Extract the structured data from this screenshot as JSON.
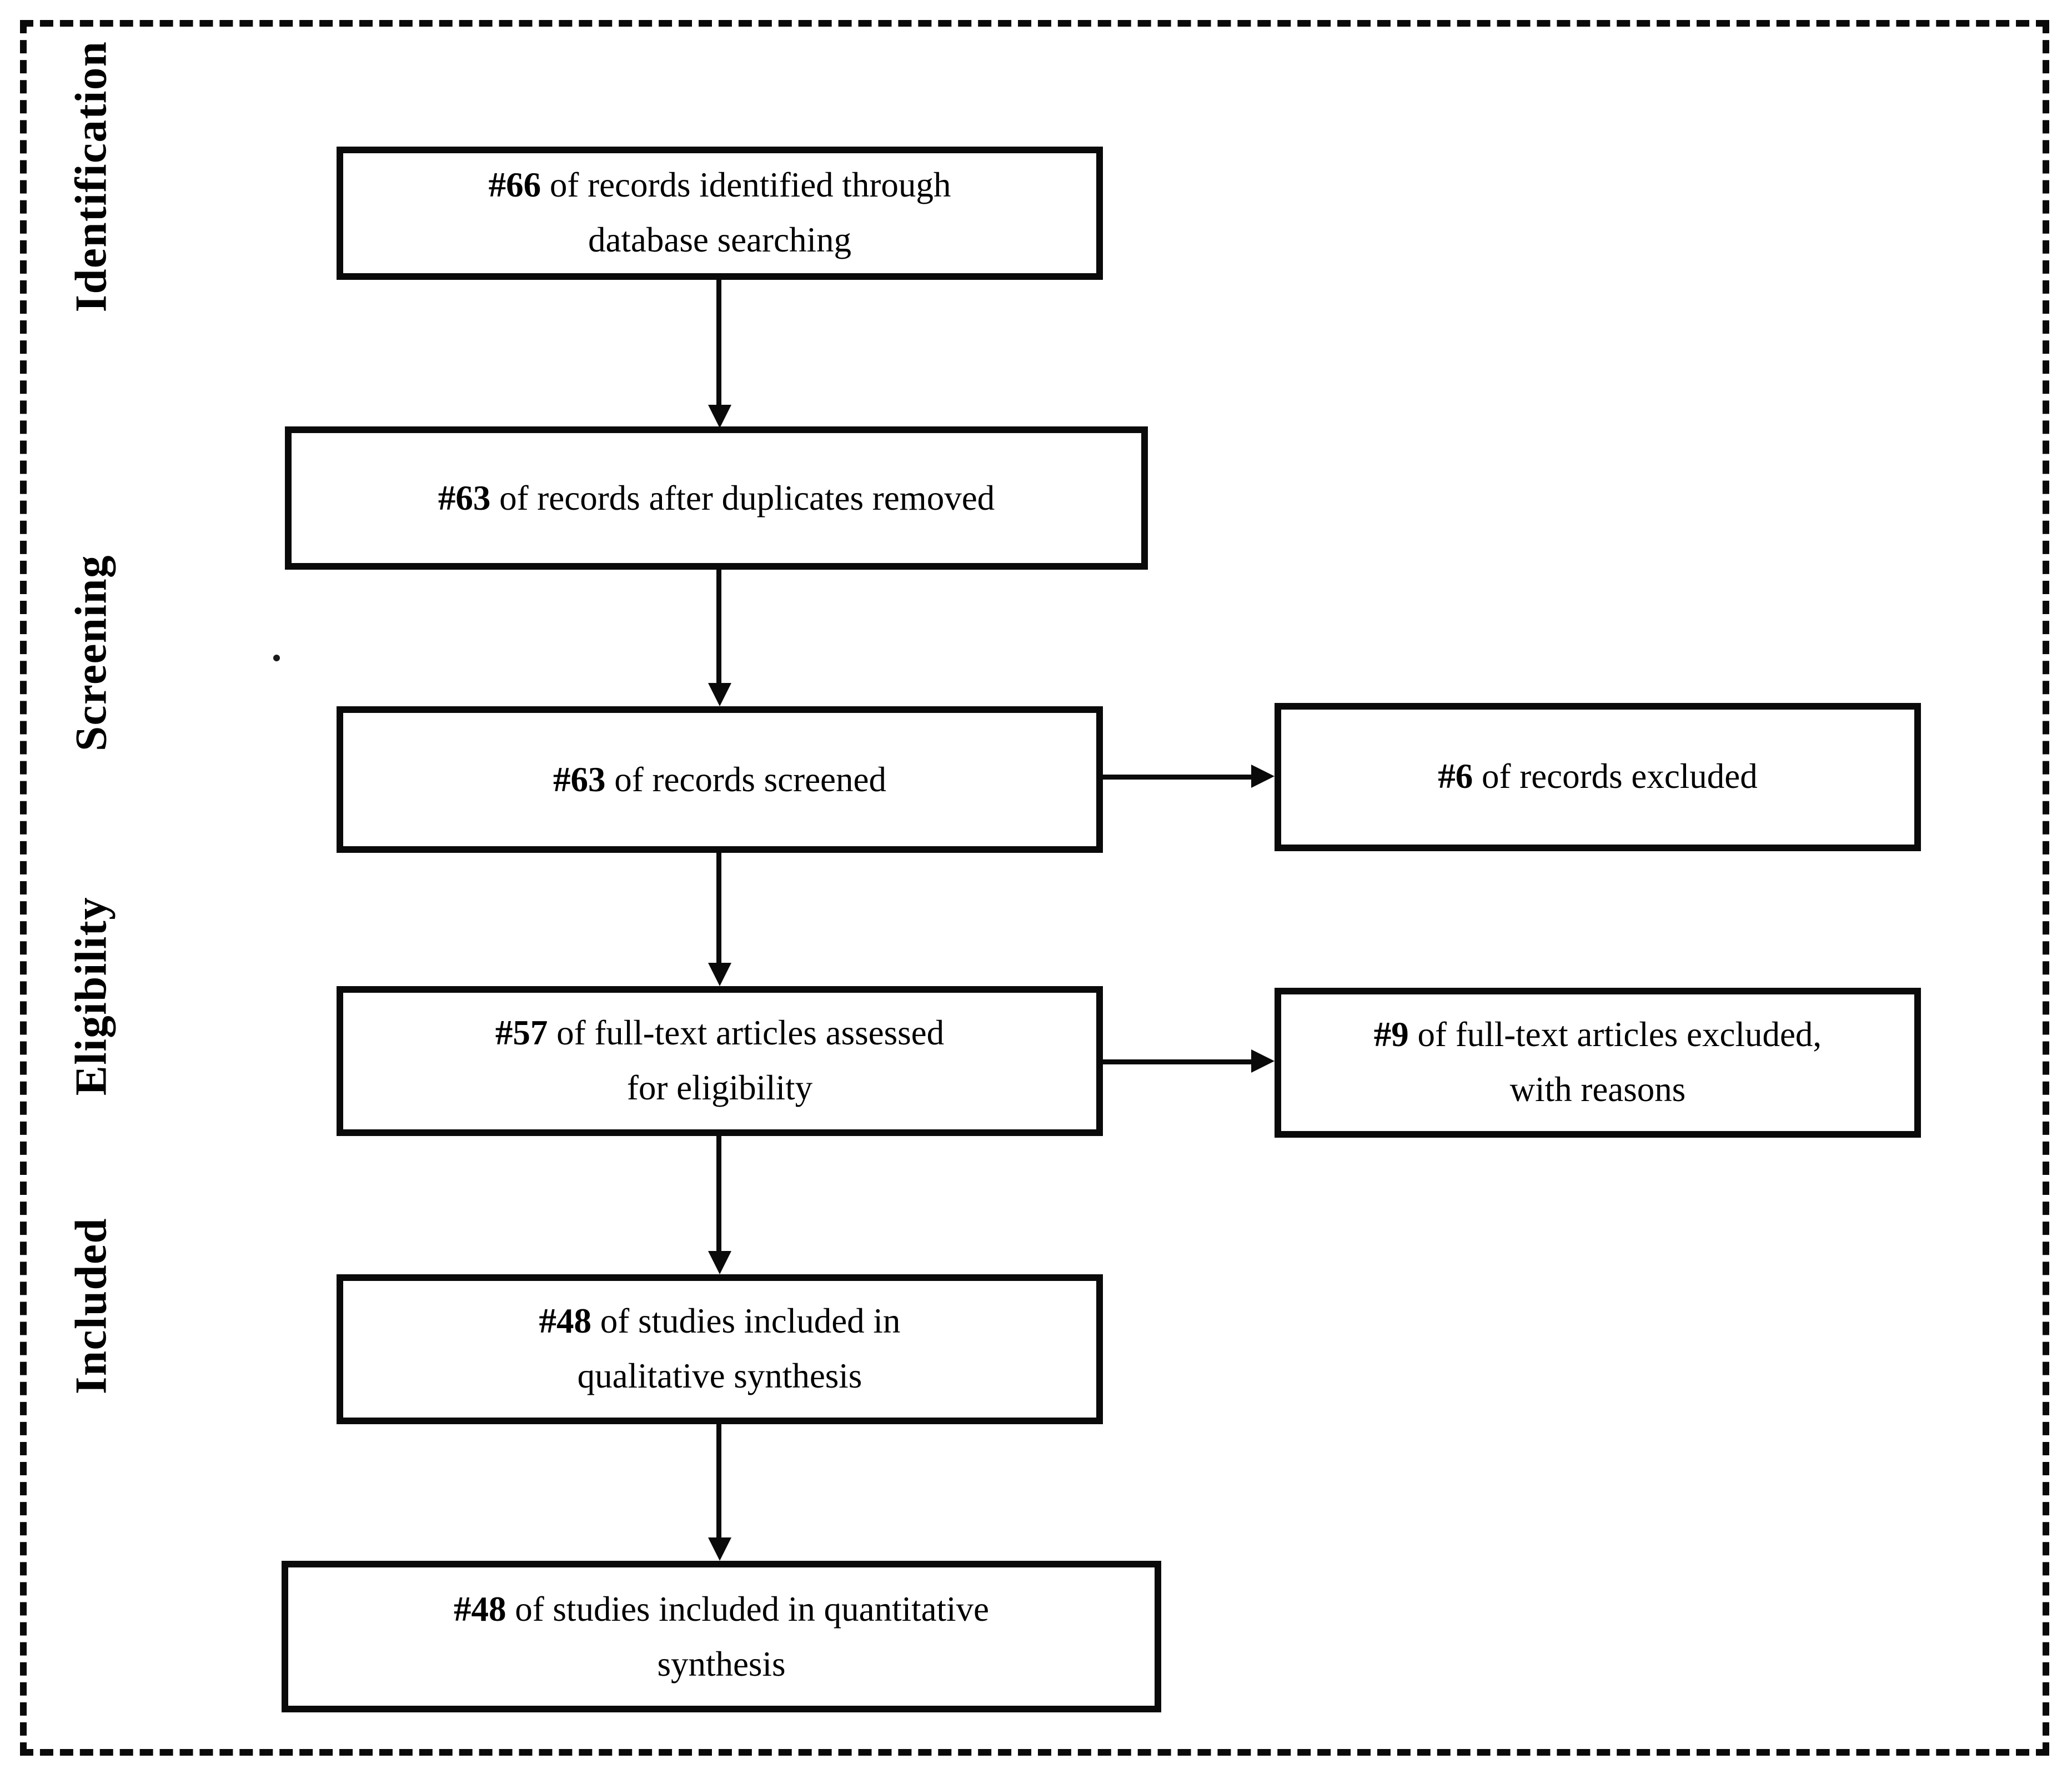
{
  "colors": {
    "ink": "#0a0a0a",
    "background": "#ffffff"
  },
  "stage_labels": [
    "Identification",
    "Screening",
    "Eligibility",
    "Included"
  ],
  "flow_boxes": [
    {
      "count": "#66",
      "line1": "of records identified through",
      "line2": "database searching"
    },
    {
      "count": "#63",
      "line1": "of records after duplicates removed",
      "line2": ""
    },
    {
      "count": "#63",
      "line1": "of records screened",
      "line2": ""
    },
    {
      "count": "#57",
      "line1": "of full-text articles assessed",
      "line2": "for eligibility"
    },
    {
      "count": "#48",
      "line1": "of studies included in",
      "line2": "qualitative synthesis"
    },
    {
      "count": "#48",
      "line1": "of studies included in quantitative",
      "line2": "synthesis"
    }
  ],
  "exclusion_boxes": [
    {
      "count": "#6",
      "line1": "of records excluded",
      "line2": ""
    },
    {
      "count": "#9",
      "line1": "of full-text articles excluded,",
      "line2": "with reasons"
    }
  ]
}
